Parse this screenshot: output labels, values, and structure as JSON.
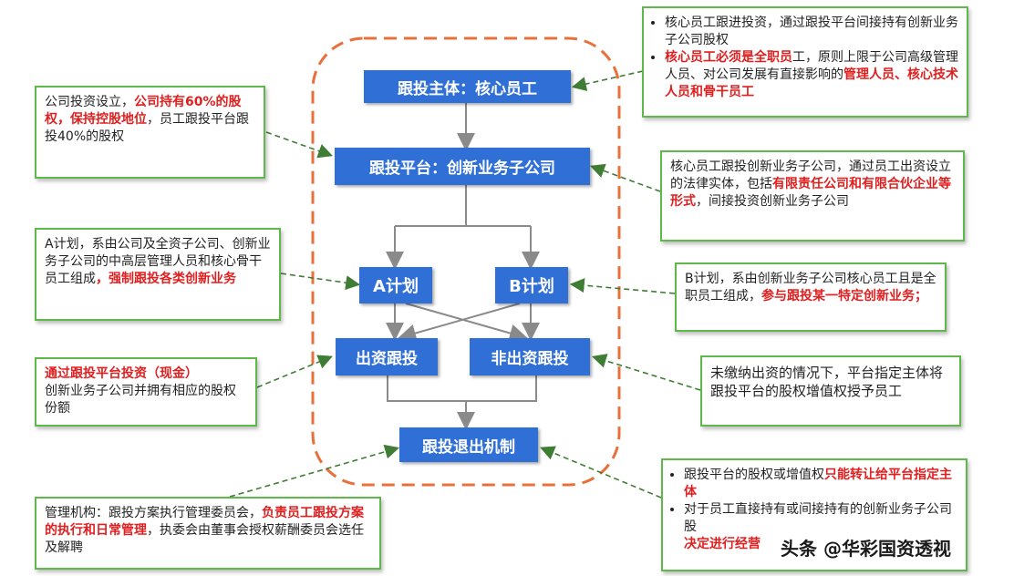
{
  "nodes": {
    "subject": "跟投主体：核心员工",
    "platform": "跟投平台：创新业务子公司",
    "plan_a": "A计划",
    "plan_b": "B计划",
    "funded": "出资跟投",
    "unfunded": "非出资跟投",
    "exit": "跟投退出机制"
  },
  "notes": {
    "top_right": {
      "b1": "核心员工跟进投资，通过跟投平台间接持有创新业务子公司股权",
      "b2_red": "核心员工必须是全职员",
      "b2_mid": "工，原则上限于公司高级管理人员、对公司发展有直接影响的",
      "b2_red2": "管理人员、核心技术人员和骨干员工"
    },
    "left_platform": {
      "t1": "公司投资设立，",
      "red": "公司持有60%的股权，保持控股地位",
      "t2": "，员工跟投平台跟投40%的股权"
    },
    "right_platform": {
      "t1": "核心员工跟投创新业务子公司，通过员工出资设立的法律实体，包括",
      "red": "有限责任公司和有限合伙企业等形式",
      "t2": "，间接投资创新业务子公司"
    },
    "left_plan_a": {
      "t1": "A计划，系由公司及全资子公司、创新业务子公司的中高层管理人员和核心骨干员工组成",
      "red": "，强制跟投各类创新业务"
    },
    "right_plan_b": {
      "t1": "B计划，系由创新业务子公司核心员工且是全职员工组成，",
      "red": "参与跟投某一特定创新业务；"
    },
    "left_funded": {
      "red": "通过跟投平台投资（现金）",
      "t1": "创新业务子公司并拥有相应的股权份额"
    },
    "right_unfunded": {
      "t1": "未缴纳出资的情况下，平台指定主体将跟投平台的股权增值权授予员工"
    },
    "bottom_left": {
      "t1": "管理机构：跟投方案执行管理委员会，",
      "red": "负责员工跟投方案的执行和日常管理",
      "t2": "，执委会由董事会授权薪酬委员会选任及解聘"
    },
    "bottom_right": {
      "b1": "跟投平台的股权或增值权",
      "b1_red": "只能转让给平台指定主体",
      "b2": "对于员工直接持有或间接持有的创新业务子公司股",
      "b2_red": "决定进行经营"
    }
  },
  "watermark": "头条 @华彩国资透视",
  "colors": {
    "node_fill": "#2f6fd6",
    "note_border": "#5fb84a",
    "frame_dash": "#e8703a",
    "highlight": "#e02020"
  }
}
